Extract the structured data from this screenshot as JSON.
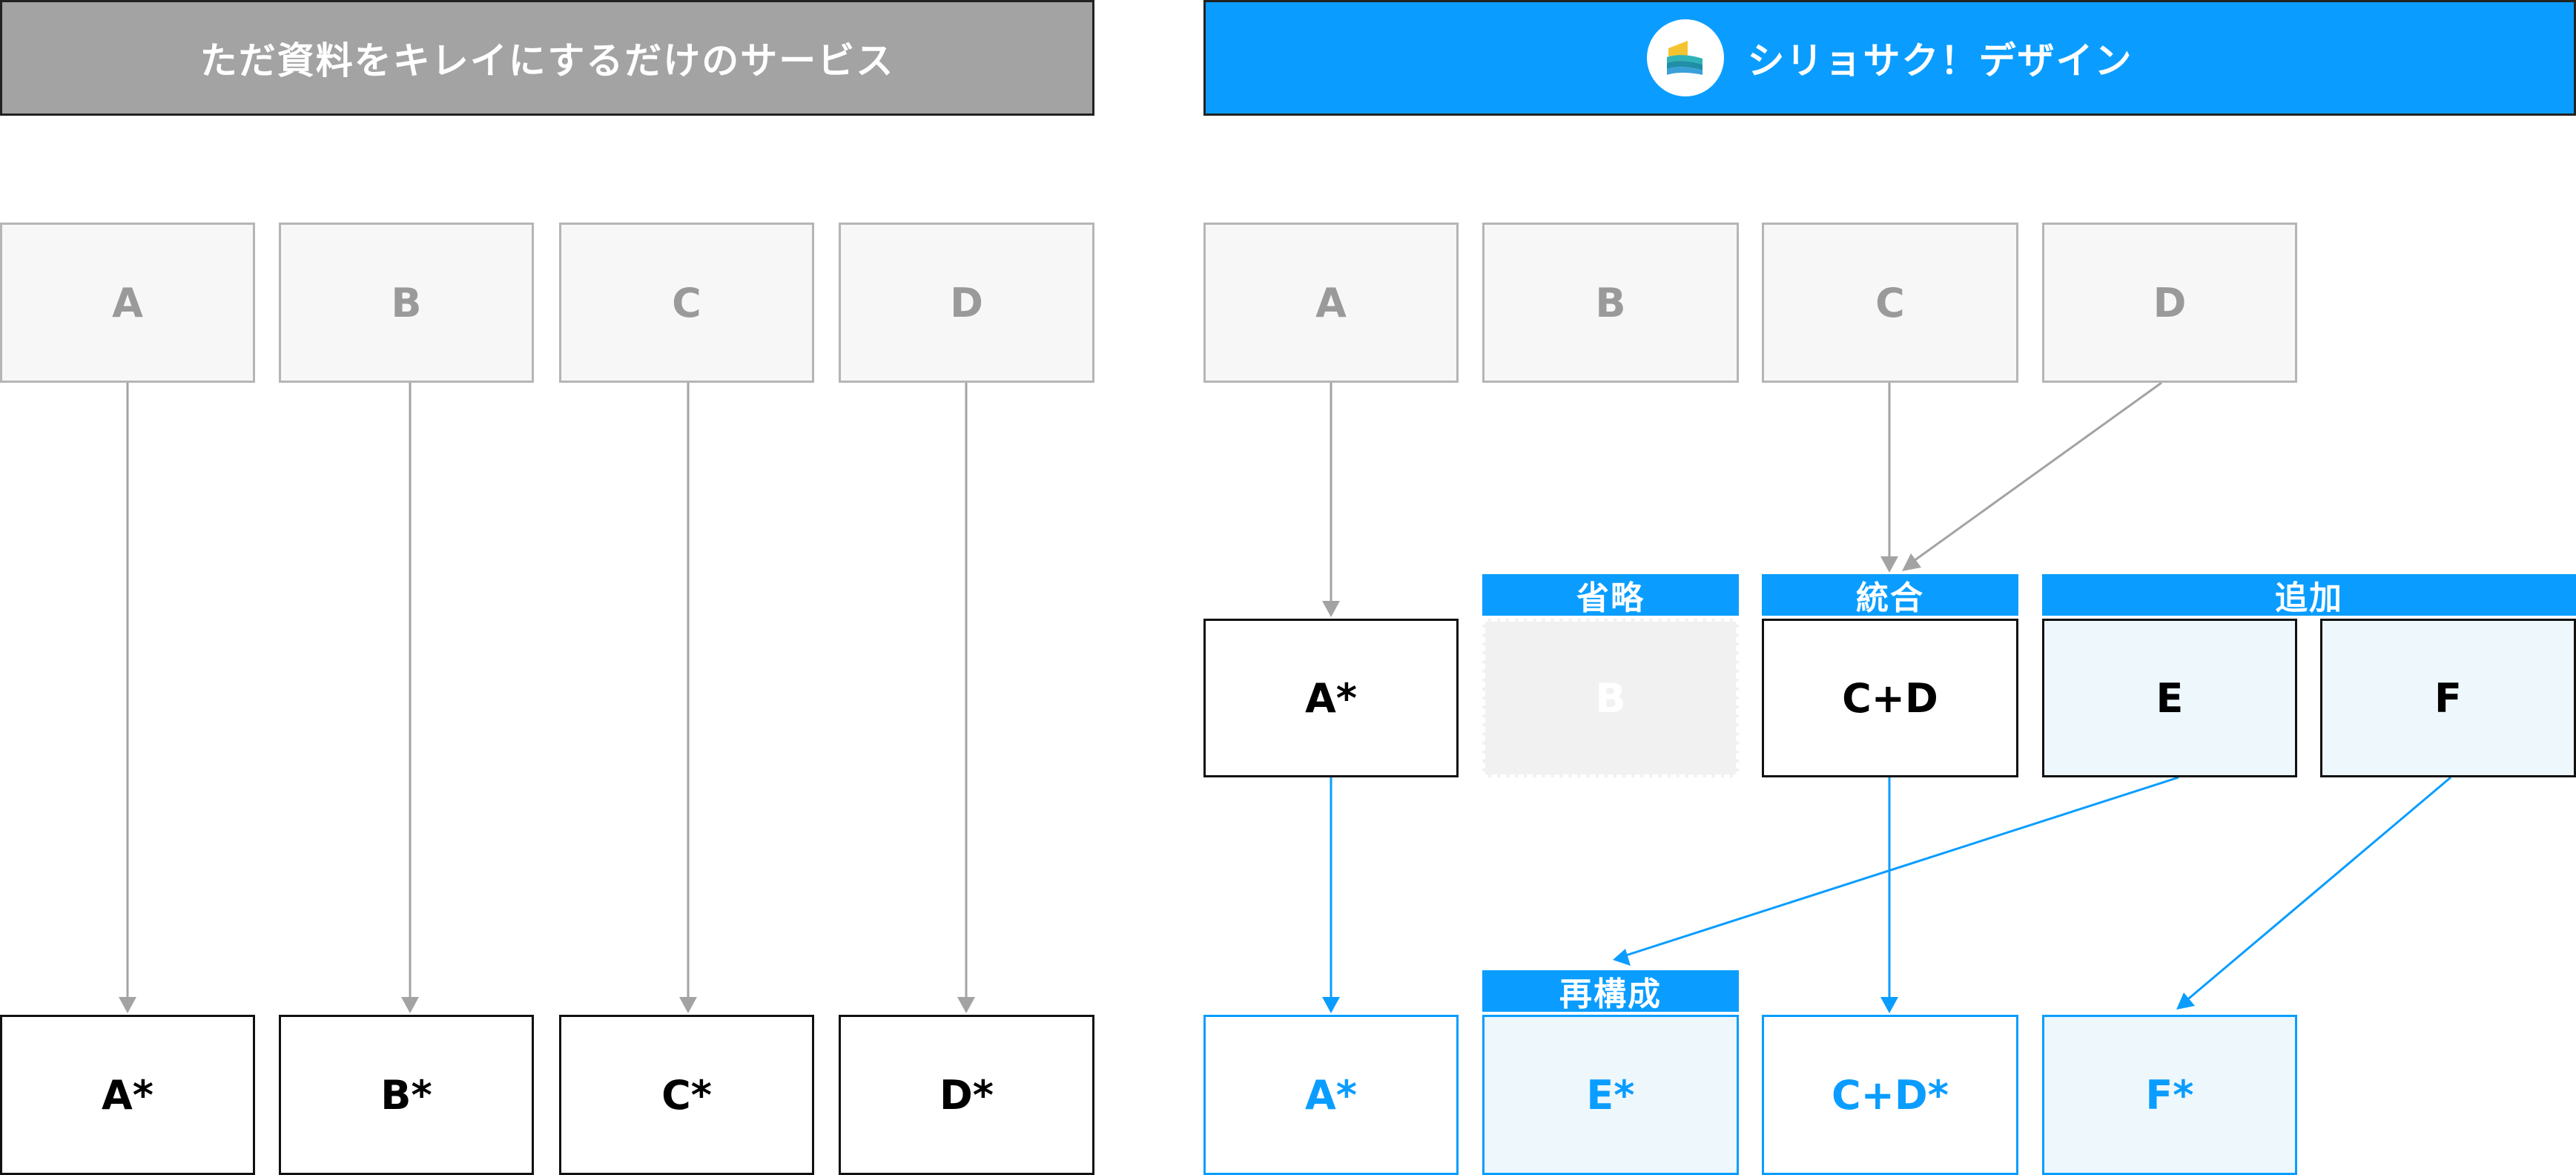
{
  "colors": {
    "accent": "#0a9dff",
    "header_gray": "#a3a3a3",
    "arrow_gray": "#a3a3a3",
    "added_tint": "#edf7fc"
  },
  "left": {
    "header": "ただ資料をキレイにするだけのサービス",
    "sources": [
      "A",
      "B",
      "C",
      "D"
    ],
    "outputs": [
      "A*",
      "B*",
      "C*",
      "D*"
    ]
  },
  "right": {
    "header": "シリョサク！デザイン",
    "logo_icon": "stacked-pages-logo-icon",
    "sources": [
      "A",
      "B",
      "C",
      "D"
    ],
    "tags": {
      "omit": "省略",
      "merge": "統合",
      "add": "追加",
      "restructure": "再構成"
    },
    "middle": {
      "a": "A*",
      "b": "B",
      "cd": "C+D",
      "e": "E",
      "f": "F"
    },
    "final": [
      "A*",
      "E*",
      "C+D*",
      "F*"
    ]
  }
}
